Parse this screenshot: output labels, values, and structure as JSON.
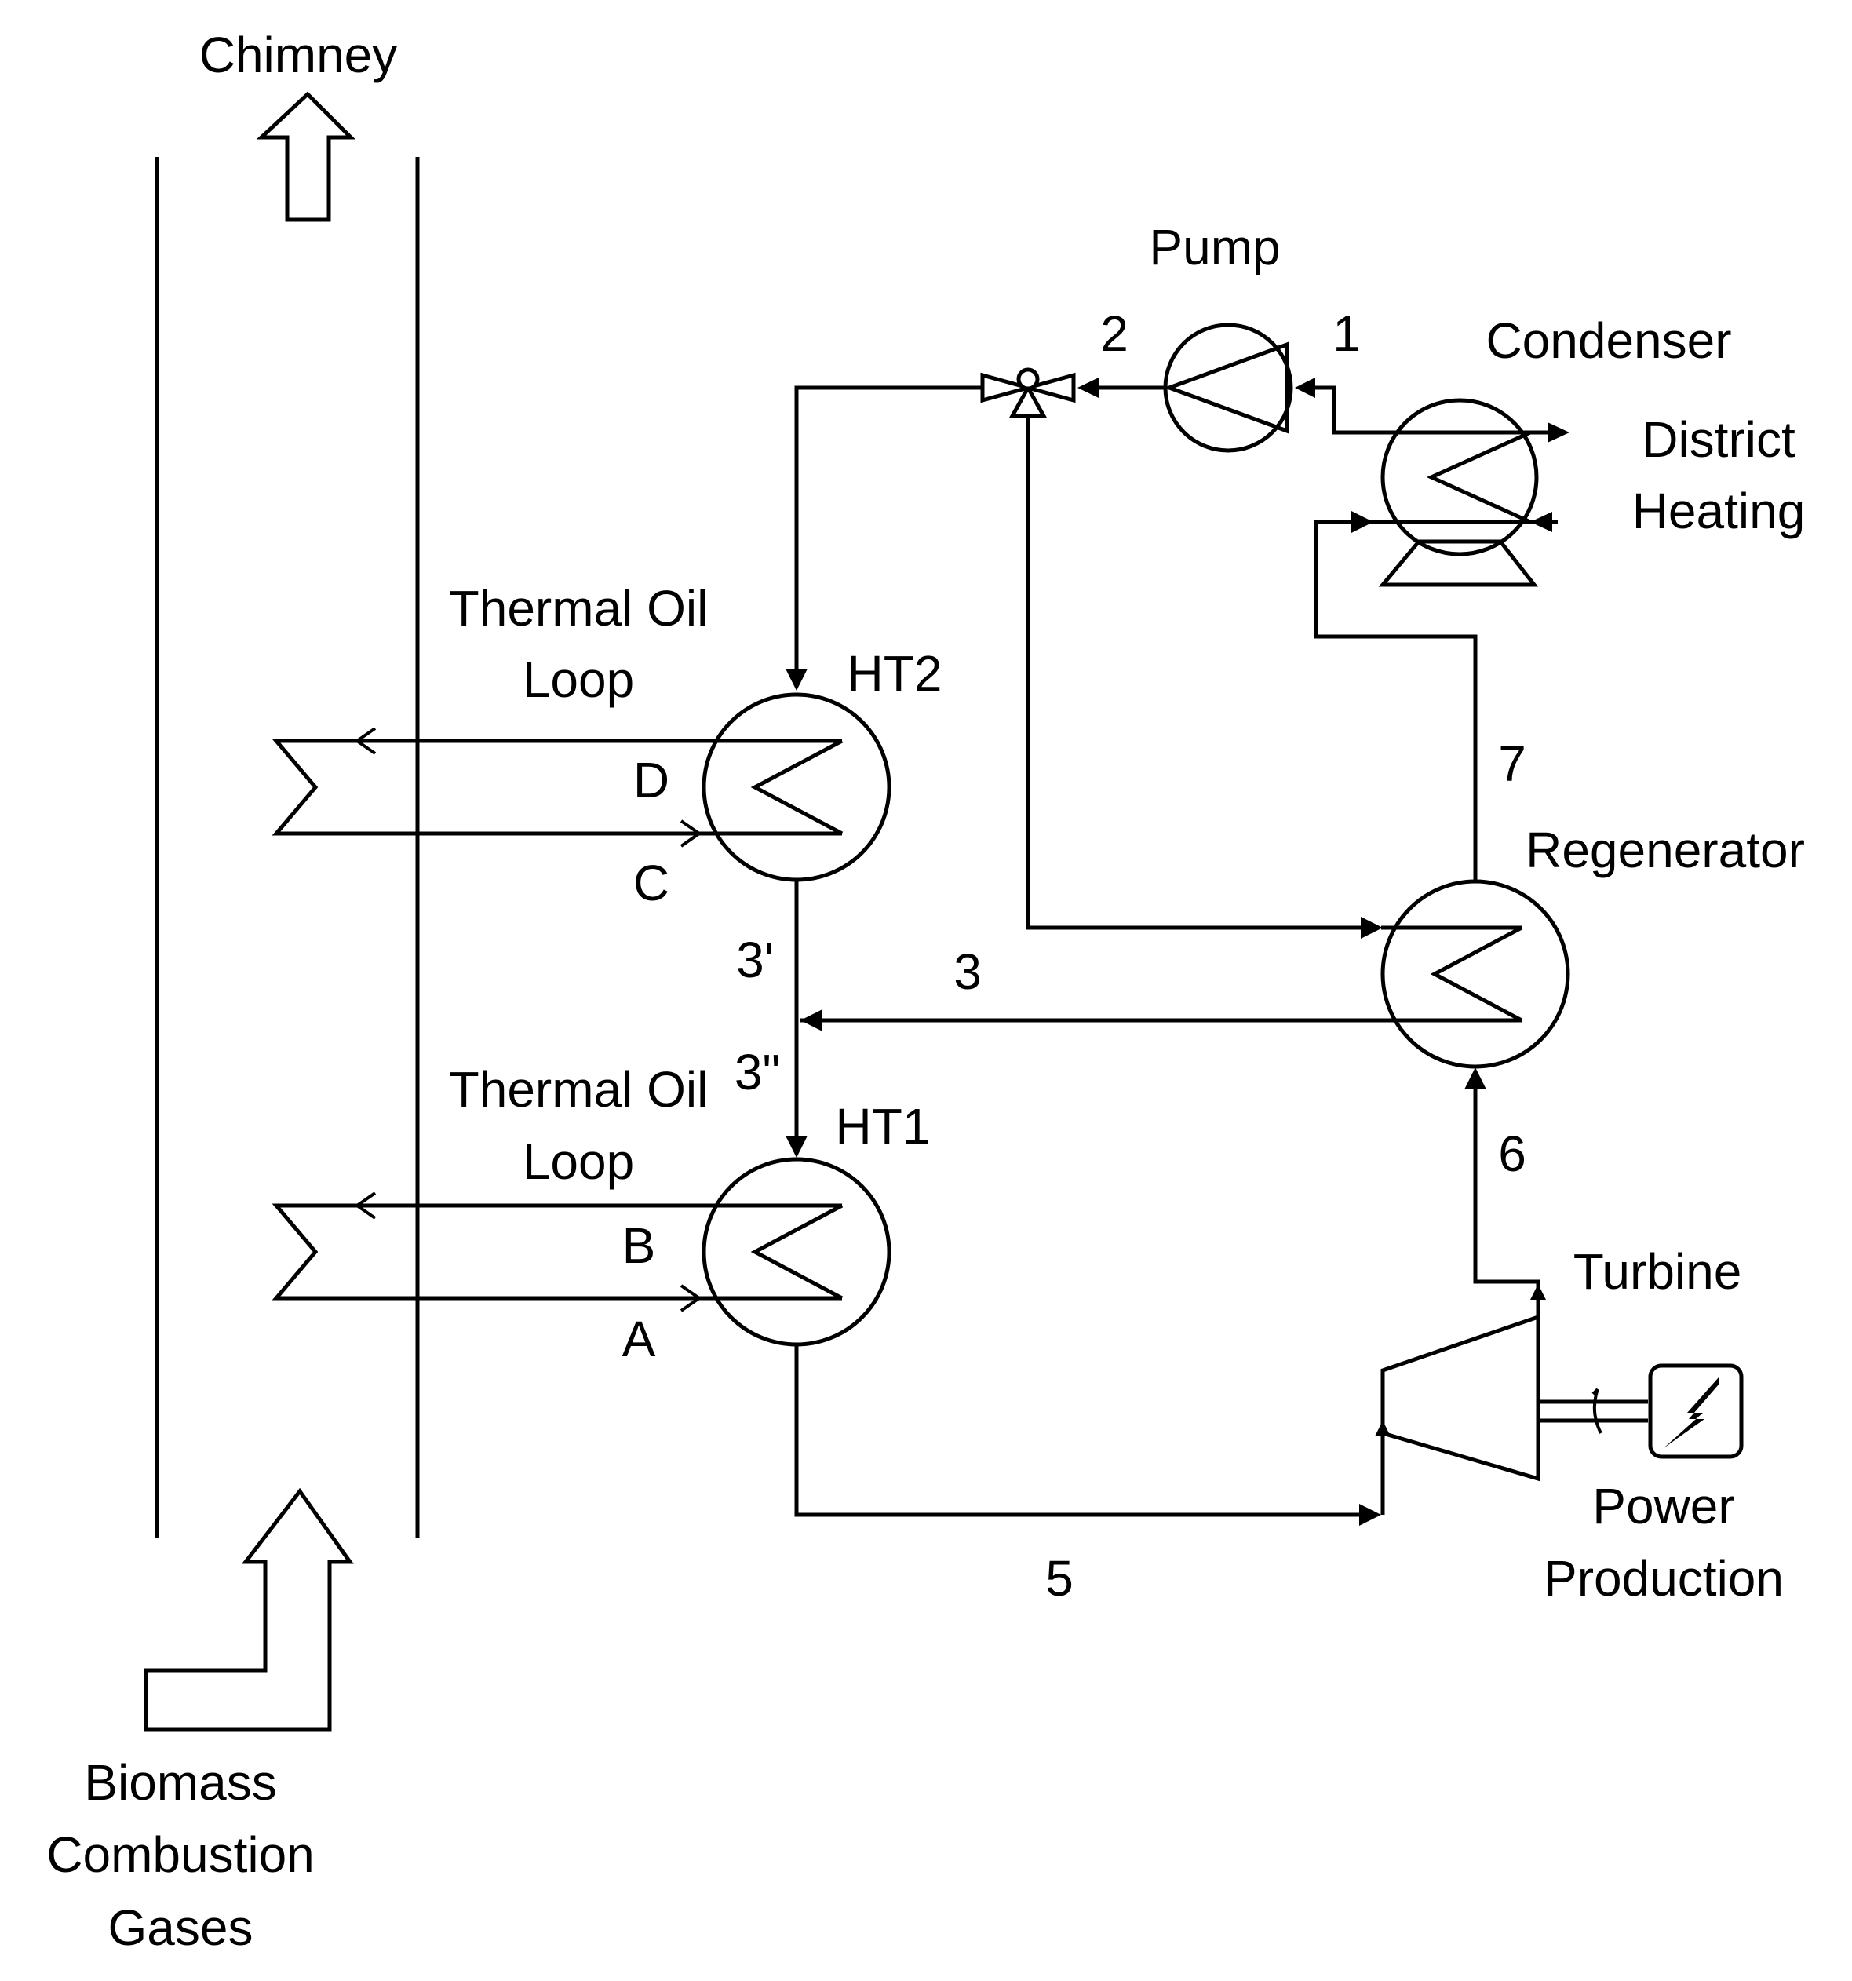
{
  "labels": {
    "chimney": "Chimney",
    "pump": "Pump",
    "condenser": "Condenser",
    "district_heating_1": "District",
    "district_heating_2": "Heating",
    "thermal_oil_loop_top_1": "Thermal Oil",
    "thermal_oil_loop_top_2": "Loop",
    "thermal_oil_loop_bottom_1": "Thermal Oil",
    "thermal_oil_loop_bottom_2": "Loop",
    "ht2": "HT2",
    "ht1": "HT1",
    "regenerator": "Regenerator",
    "turbine": "Turbine",
    "power_production_1": "Power",
    "power_production_2": "Production",
    "biomass_1": "Biomass",
    "biomass_2": "Combustion",
    "biomass_3": "Gases"
  },
  "state_points": {
    "s1": "1",
    "s2": "2",
    "s3": "3",
    "s3_prime": "3'",
    "s3_double_prime": "3\"",
    "s5": "5",
    "s6": "6",
    "s7": "7"
  },
  "oil_points": {
    "a": "A",
    "b": "B",
    "c": "C",
    "d": "D"
  },
  "colors": {
    "line": "#000000",
    "background": "#ffffff"
  }
}
